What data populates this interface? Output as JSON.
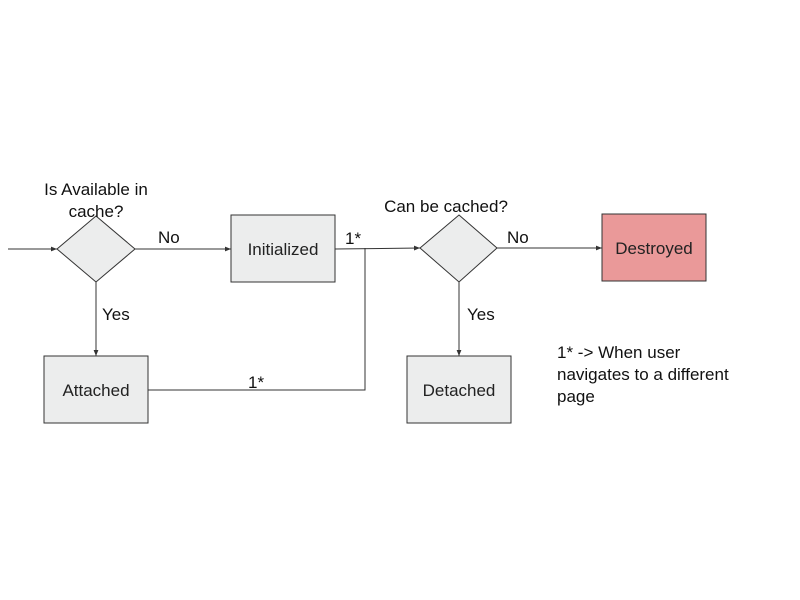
{
  "colors": {
    "box_fill": "#eceded",
    "destroyed_fill": "#ea9999",
    "stroke": "#333333"
  },
  "decisions": {
    "available": "Is Available in cache?",
    "available_line1": "Is Available in",
    "available_line2": "cache?",
    "cacheable": "Can be cached?"
  },
  "states": {
    "initialized": "Initialized",
    "attached": "Attached",
    "detached": "Detached",
    "destroyed": "Destroyed"
  },
  "edges": {
    "available_no": "No",
    "available_yes": "Yes",
    "cacheable_no": "No",
    "cacheable_yes": "Yes",
    "initialized_to_cacheable": "1*",
    "attached_to_cacheable": "1*"
  },
  "note": {
    "line1": "1*  -> When user",
    "line2": "navigates to a different",
    "line3": "page"
  }
}
